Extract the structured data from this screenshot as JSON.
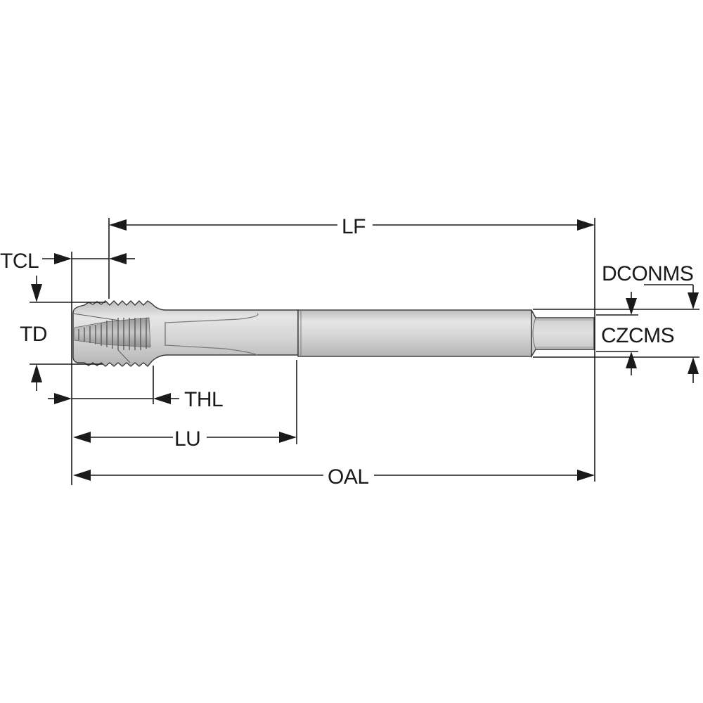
{
  "diagram": {
    "subject": "Thread tap dimensional drawing",
    "colors": {
      "line": "#1a1a1a",
      "body_light": "#e2e2e2",
      "body_mid": "#cfcfcf",
      "body_dark": "#a8a8a8",
      "background": "#ffffff"
    },
    "labels": {
      "lf": "LF",
      "tcl": "TCL",
      "td": "TD",
      "thl": "THL",
      "lu": "LU",
      "oal": "OAL",
      "dconms": "DCONMS",
      "czcms": "CZCMS"
    }
  }
}
